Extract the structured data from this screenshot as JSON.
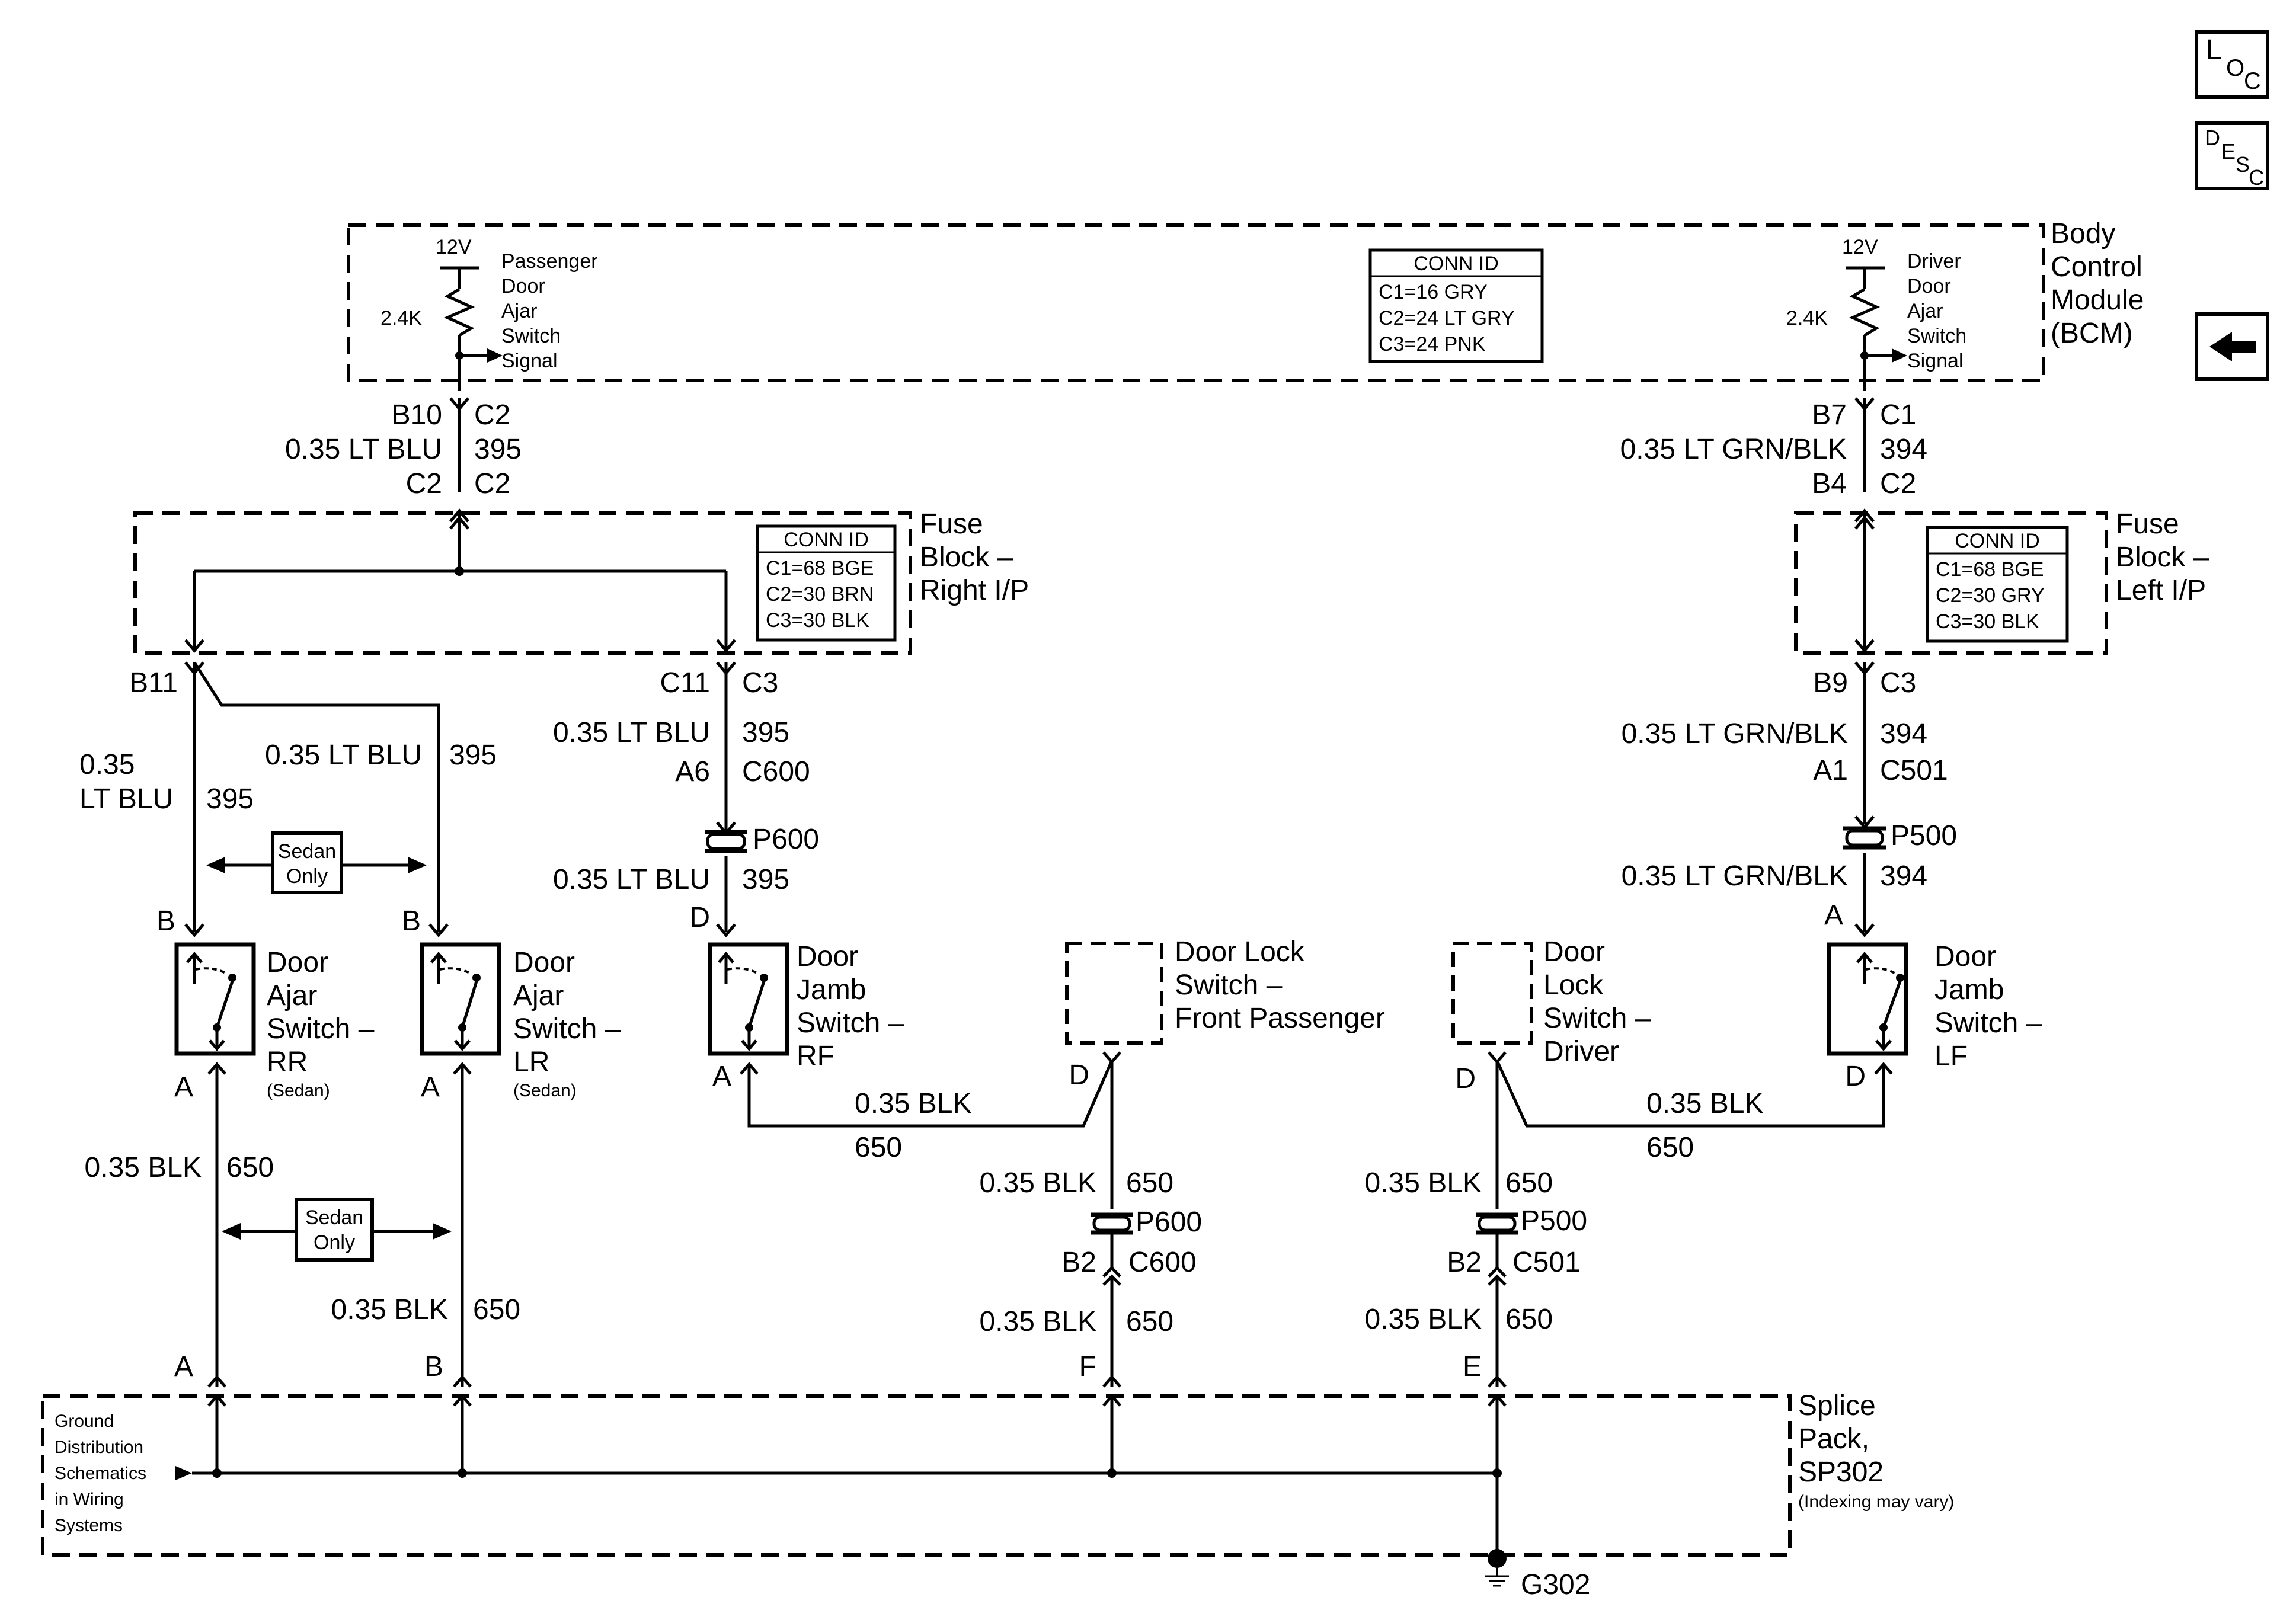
{
  "nav": {
    "loc": {
      "big": "L",
      "sub": "O",
      "sub2": "C"
    },
    "desc": {
      "big": "D",
      "sub": "E",
      "sub2": "S",
      "sub3": "C"
    },
    "back_icon": "left-arrow-icon"
  },
  "bcm": {
    "title_lines": [
      "Body",
      "Control",
      "Module",
      "(BCM)"
    ],
    "left_voltage": "12V",
    "left_resistor": "2.4K",
    "left_signal_lines": [
      "Passenger",
      "Door",
      "Ajar",
      "Switch",
      "Signal"
    ],
    "right_voltage": "12V",
    "right_resistor": "2.4K",
    "right_signal_lines": [
      "Driver",
      "Door",
      "Ajar",
      "Switch",
      "Signal"
    ],
    "conn": {
      "title": "CONN ID",
      "rows": [
        "C1=16 GRY",
        "C2=24 LT GRY",
        "C3=24 PNK"
      ]
    }
  },
  "fuse_right": {
    "title_lines": [
      "Fuse",
      "Block –",
      "Right I/P"
    ],
    "conn": {
      "title": "CONN ID",
      "rows": [
        "C1=68 BGE",
        "C2=30 BRN",
        "C3=30 BLK"
      ]
    }
  },
  "fuse_left": {
    "title_lines": [
      "Fuse",
      "Block –",
      "Left I/P"
    ],
    "conn": {
      "title": "CONN ID",
      "rows": [
        "C1=68 BGE",
        "C2=30 GRY",
        "C3=30 BLK"
      ]
    }
  },
  "wire_labels": {
    "b10": "B10",
    "c2a": "C2",
    "lt_blu_a": "0.35 LT BLU",
    "c395a": "395",
    "c2b": "C2",
    "c2c": "C2",
    "b7": "B7",
    "c1": "C1",
    "lgb_a": "0.35 LT GRN/BLK",
    "c394a": "394",
    "b4": "B4",
    "c2d": "C2",
    "b11": "B11",
    "rr_gauge_1": "0.35",
    "rr_gauge_2": "LT BLU",
    "rr_circ": "395",
    "lr_wire": "0.35 LT BLU",
    "lr_circ": "395",
    "c11": "C11",
    "c3a": "C3",
    "rf_wire": "0.35 LT BLU",
    "rf_circ": "395",
    "a6": "A6",
    "c600a": "C600",
    "p600a": "P600",
    "rf_wire2": "0.35 LT BLU",
    "rf_circ2": "395",
    "d_rf": "D",
    "b9": "B9",
    "c3b": "C3",
    "lf_wire": "0.35 LT GRN/BLK",
    "lf_circ": "394",
    "a1": "A1",
    "c501a": "C501",
    "p500a": "P500",
    "lf_wire2": "0.35 LT GRN/BLK",
    "lf_circ2": "394",
    "a_lf": "A",
    "b_rr": "B",
    "b_lr": "B",
    "sedan_only_1a": "Sedan",
    "sedan_only_1b": "Only",
    "a_rr": "A",
    "a_lr": "A",
    "rr_blk": "0.35 BLK",
    "rr_650": "650",
    "sedan_only_2a": "Sedan",
    "sedan_only_2b": "Only",
    "lr_blk": "0.35 BLK",
    "lr_650": "650",
    "a_rf": "A",
    "rf_blk": "0.35 BLK",
    "rf_650": "650",
    "d_fp": "D",
    "fp_blk": "0.35 BLK",
    "fp_650": "650",
    "p600b": "P600",
    "b2a": "B2",
    "c600b": "C600",
    "fp_blk2": "0.35 BLK",
    "fp_650b": "650",
    "d_drv": "D",
    "drv_blk": "0.35 BLK",
    "drv_650": "650",
    "p500b": "P500",
    "b2b": "B2",
    "c501b": "C501",
    "drv_blk2": "0.35 BLK",
    "drv_650b": "650",
    "d_lf": "D",
    "lf_blk": "0.35 BLK",
    "lf_650": "650",
    "sp_a": "A",
    "sp_b": "B",
    "sp_f": "F",
    "sp_e": "E"
  },
  "components": {
    "rr": [
      "Door",
      "Ajar",
      "Switch –",
      "RR"
    ],
    "rr_note": "(Sedan)",
    "lr": [
      "Door",
      "Ajar",
      "Switch –",
      "LR"
    ],
    "lr_note": "(Sedan)",
    "rf": [
      "Door",
      "Jamb",
      "Switch –",
      "RF"
    ],
    "fp": [
      "Door Lock",
      "Switch –",
      "Front Passenger"
    ],
    "drv": [
      "Door",
      "Lock",
      "Switch –",
      "Driver"
    ],
    "lf": [
      "Door",
      "Jamb",
      "Switch –",
      "LF"
    ]
  },
  "splice": {
    "title_lines": [
      "Splice",
      "Pack,",
      "SP302"
    ],
    "note": "(Indexing may vary)",
    "ground_ref": [
      "Ground",
      "Distribution",
      "Schematics",
      "in Wiring",
      "Systems"
    ],
    "ground_label": "G302"
  }
}
